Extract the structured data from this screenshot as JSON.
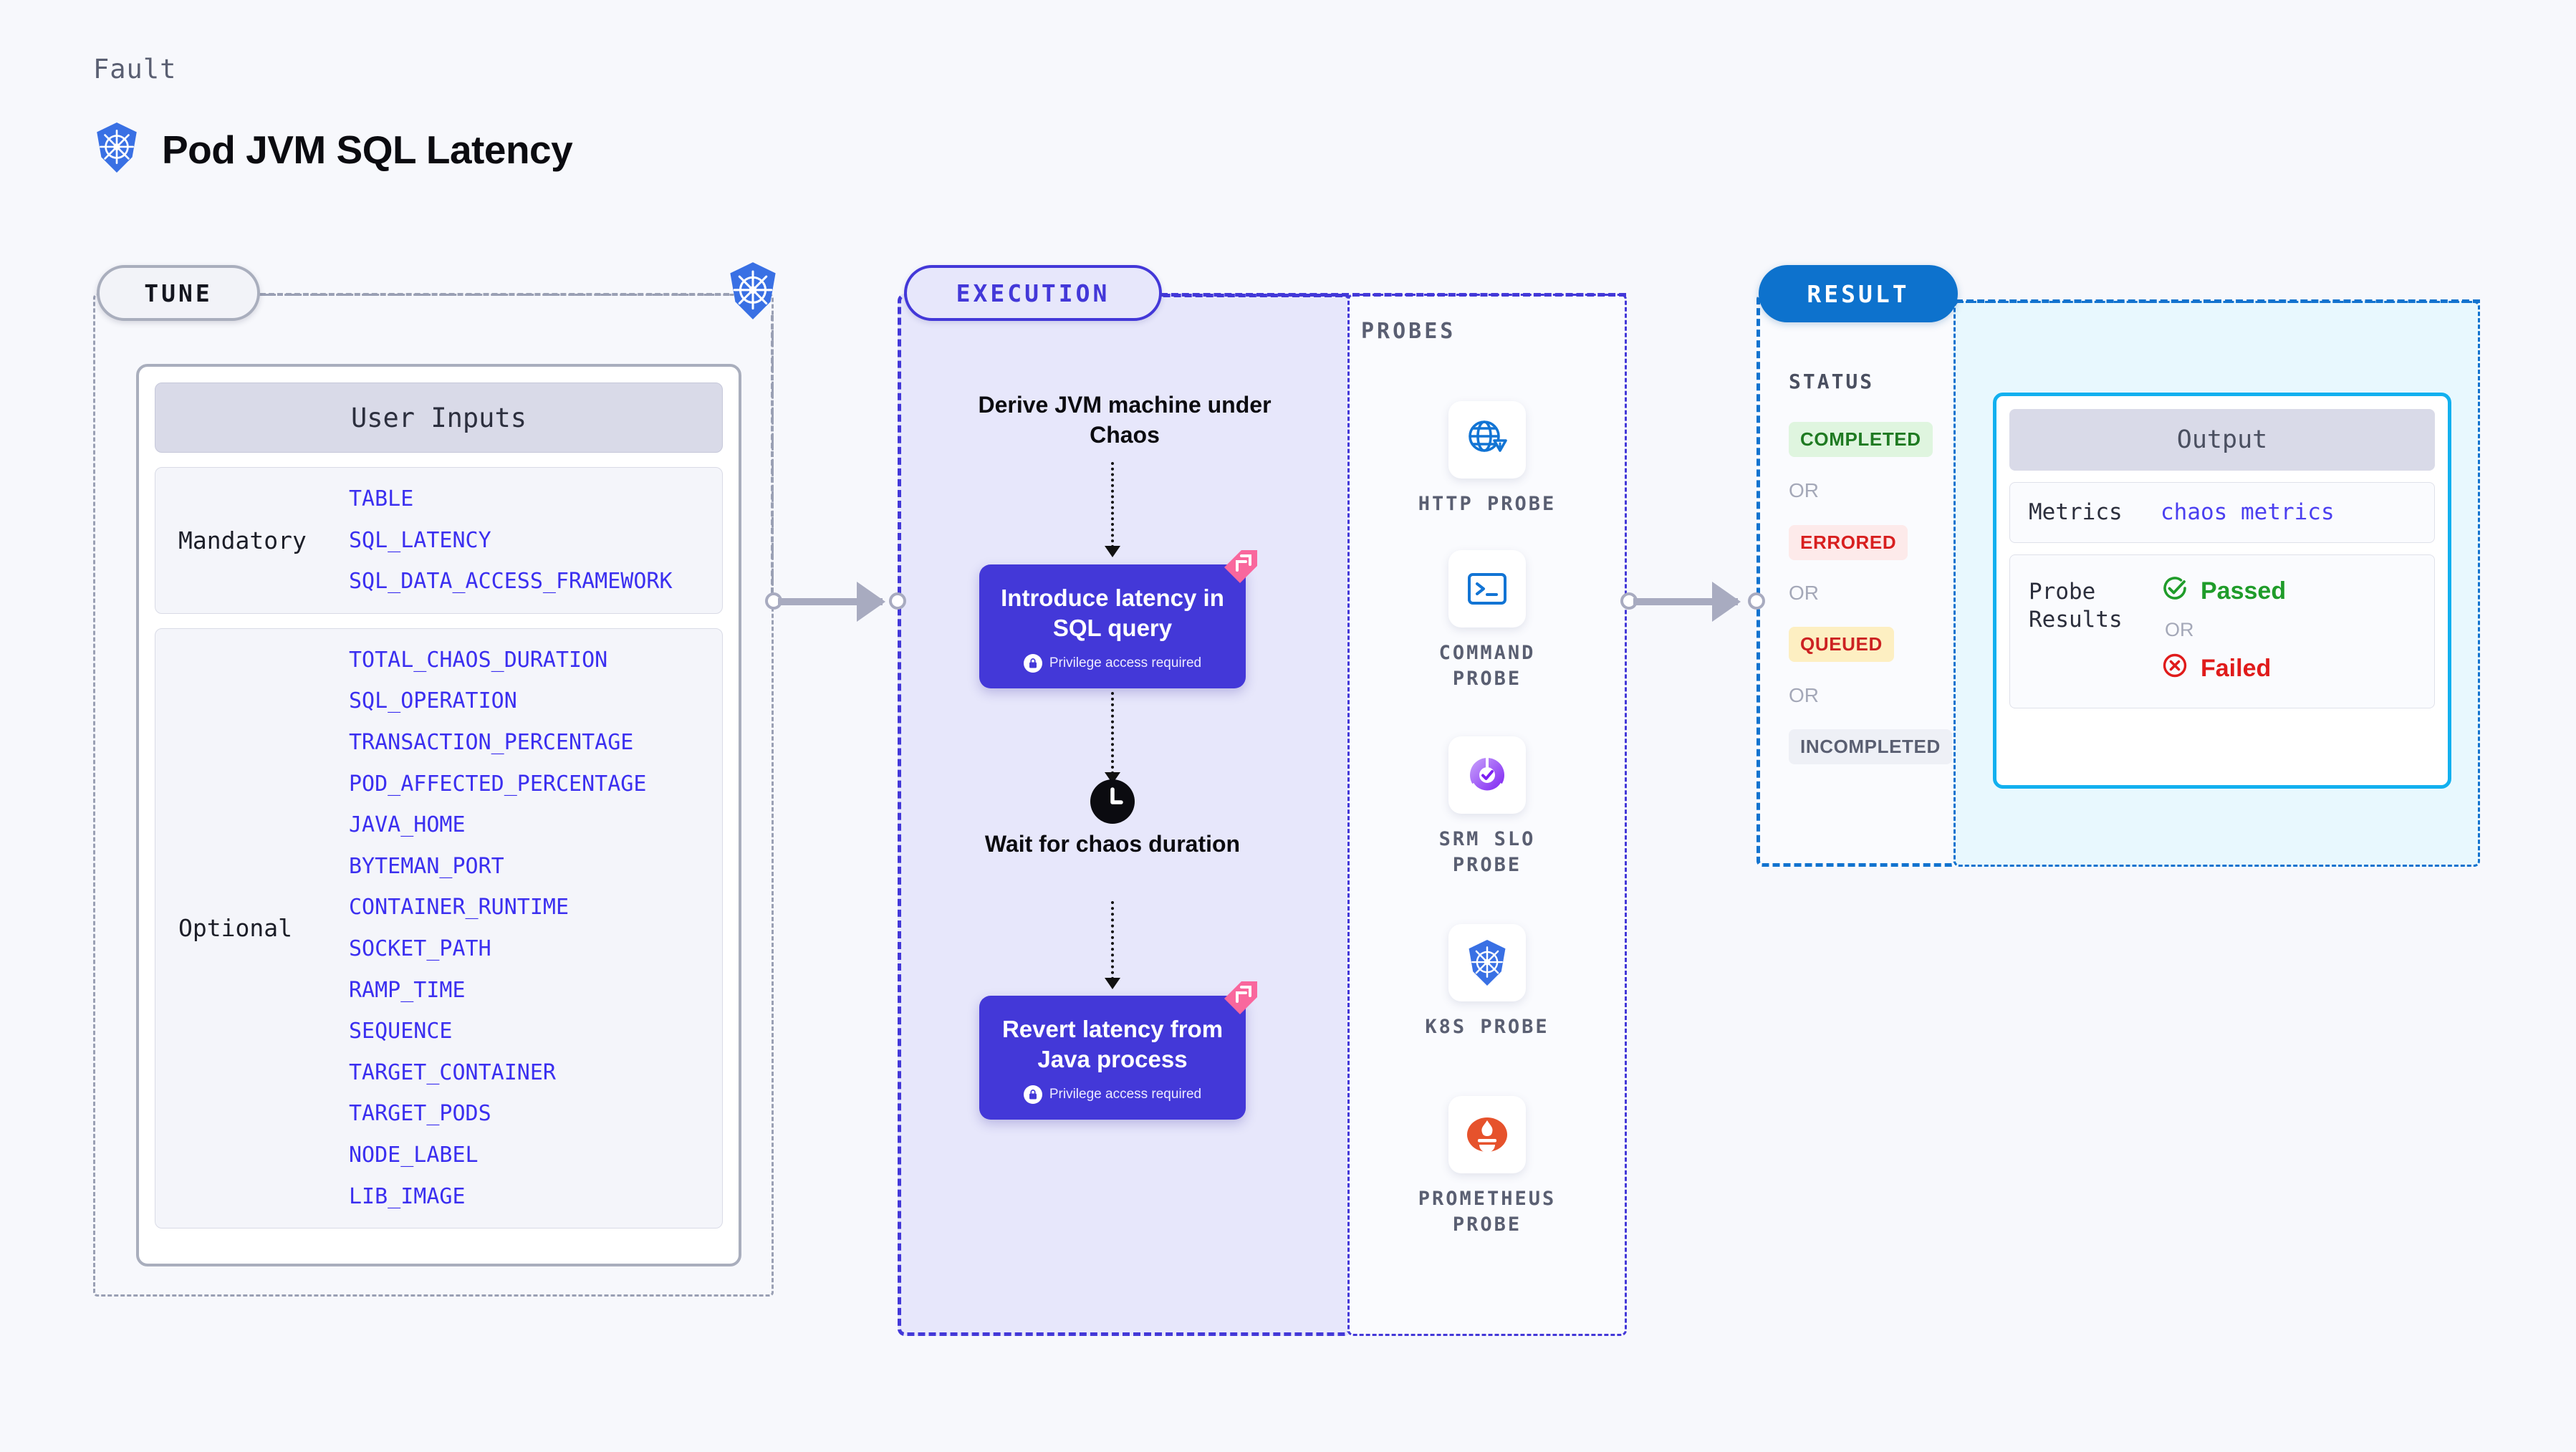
{
  "header": {
    "kicker": "Fault",
    "title": "Pod JVM SQL Latency",
    "icon": "kubernetes-icon"
  },
  "tune": {
    "badge": "TUNE",
    "card_title": "User Inputs",
    "groups": [
      {
        "label": "Mandatory",
        "params": [
          "TABLE",
          "SQL_LATENCY",
          "SQL_DATA_ACCESS_FRAMEWORK"
        ]
      },
      {
        "label": "Optional",
        "params": [
          "TOTAL_CHAOS_DURATION",
          "SQL_OPERATION",
          "TRANSACTION_PERCENTAGE",
          "POD_AFFECTED_PERCENTAGE",
          "JAVA_HOME",
          "BYTEMAN_PORT",
          "CONTAINER_RUNTIME",
          "SOCKET_PATH",
          "RAMP_TIME",
          "SEQUENCE",
          "TARGET_CONTAINER",
          "TARGET_PODS",
          "NODE_LABEL",
          "LIB_IMAGE"
        ]
      }
    ]
  },
  "execution": {
    "badge": "EXECUTION",
    "step1_text": "Derive JVM machine under Chaos",
    "step2": {
      "title": "Introduce latency in SQL query",
      "note": "Privilege access required",
      "badge_icon": "chaos-fault-icon",
      "lock_icon": "lock-icon"
    },
    "step3_text": "Wait for chaos duration",
    "step3_icon": "clock-icon",
    "step4": {
      "title": "Revert latency from Java process",
      "note": "Privilege access required",
      "badge_icon": "chaos-fault-icon",
      "lock_icon": "lock-icon"
    }
  },
  "probes": {
    "label": "PROBES",
    "items": [
      {
        "name": "HTTP PROBE",
        "icon": "globe-warning-icon"
      },
      {
        "name": "COMMAND PROBE",
        "icon": "terminal-icon"
      },
      {
        "name": "SRM SLO PROBE",
        "icon": "slo-gauge-check-icon"
      },
      {
        "name": "K8S PROBE",
        "icon": "kubernetes-icon"
      },
      {
        "name": "PROMETHEUS PROBE",
        "icon": "prometheus-flame-icon"
      }
    ]
  },
  "result": {
    "badge": "RESULT",
    "status_label": "STATUS",
    "or_label": "OR",
    "statuses": [
      {
        "label": "COMPLETED",
        "bg": "#dff5df",
        "fg": "#1f7a22"
      },
      {
        "label": "ERRORED",
        "bg": "#fdeaea",
        "fg": "#d81f1f"
      },
      {
        "label": "QUEUED",
        "bg": "#fdefc2",
        "fg": "#cc2222"
      },
      {
        "label": "INCOMPLETED",
        "bg": "#eef0f6",
        "fg": "#5a5f72"
      }
    ]
  },
  "output": {
    "title": "Output",
    "metrics_key": "Metrics",
    "metrics_value": "chaos metrics",
    "probe_results_key": "Probe Results",
    "passed_label": "Passed",
    "failed_label": "Failed",
    "or_label": "OR",
    "passed_icon": "check-circle-icon",
    "failed_icon": "x-circle-icon"
  },
  "colors": {
    "indigo": "#4338d8",
    "param_blue": "#3b2ff0",
    "result_blue": "#0d72cd",
    "cyan": "#12b0ef",
    "pink": "#f9679d",
    "k8s_blue": "#3970e4"
  }
}
